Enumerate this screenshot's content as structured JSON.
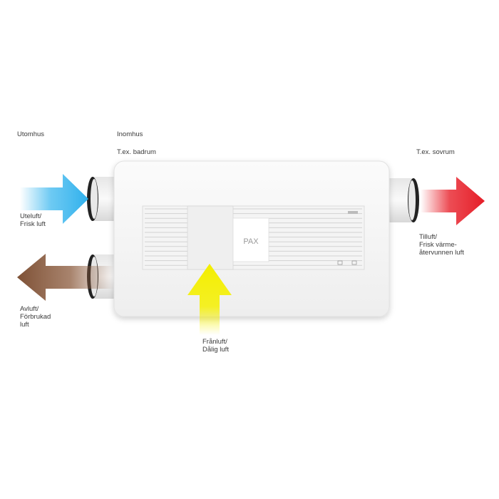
{
  "zones": {
    "outdoor": "Utomhus",
    "indoor": "Inomhus"
  },
  "rooms": {
    "extract_room": "T.ex. badrum",
    "supply_room": "T.ex. sovrum"
  },
  "airflows": {
    "outdoor_air": {
      "line1": "Uteluft/",
      "line2": "Frisk luft",
      "color": "#3db8ef"
    },
    "exhaust_air": {
      "line1": "Avluft/",
      "line2": "Förbrukad",
      "line3": "luft",
      "color": "#8b5a3c"
    },
    "supply_air": {
      "line1": "Tilluft/",
      "line2": "Frisk värme-",
      "line3": "återvunnen luft",
      "color": "#e8202a"
    },
    "extract_air": {
      "line1": "Frånluft/",
      "line2": "Dålig luft",
      "color": "#f5f000"
    }
  },
  "unit": {
    "logo": "PAX",
    "body_color": "#f7f7f7"
  }
}
